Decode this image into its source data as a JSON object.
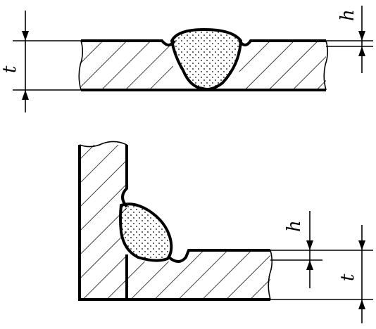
{
  "labels": {
    "top_thickness": "t",
    "top_penetration": "h",
    "corner_penetration": "h",
    "corner_thickness": "t"
  },
  "colors": {
    "line": "#000000",
    "background": "#ffffff"
  }
}
